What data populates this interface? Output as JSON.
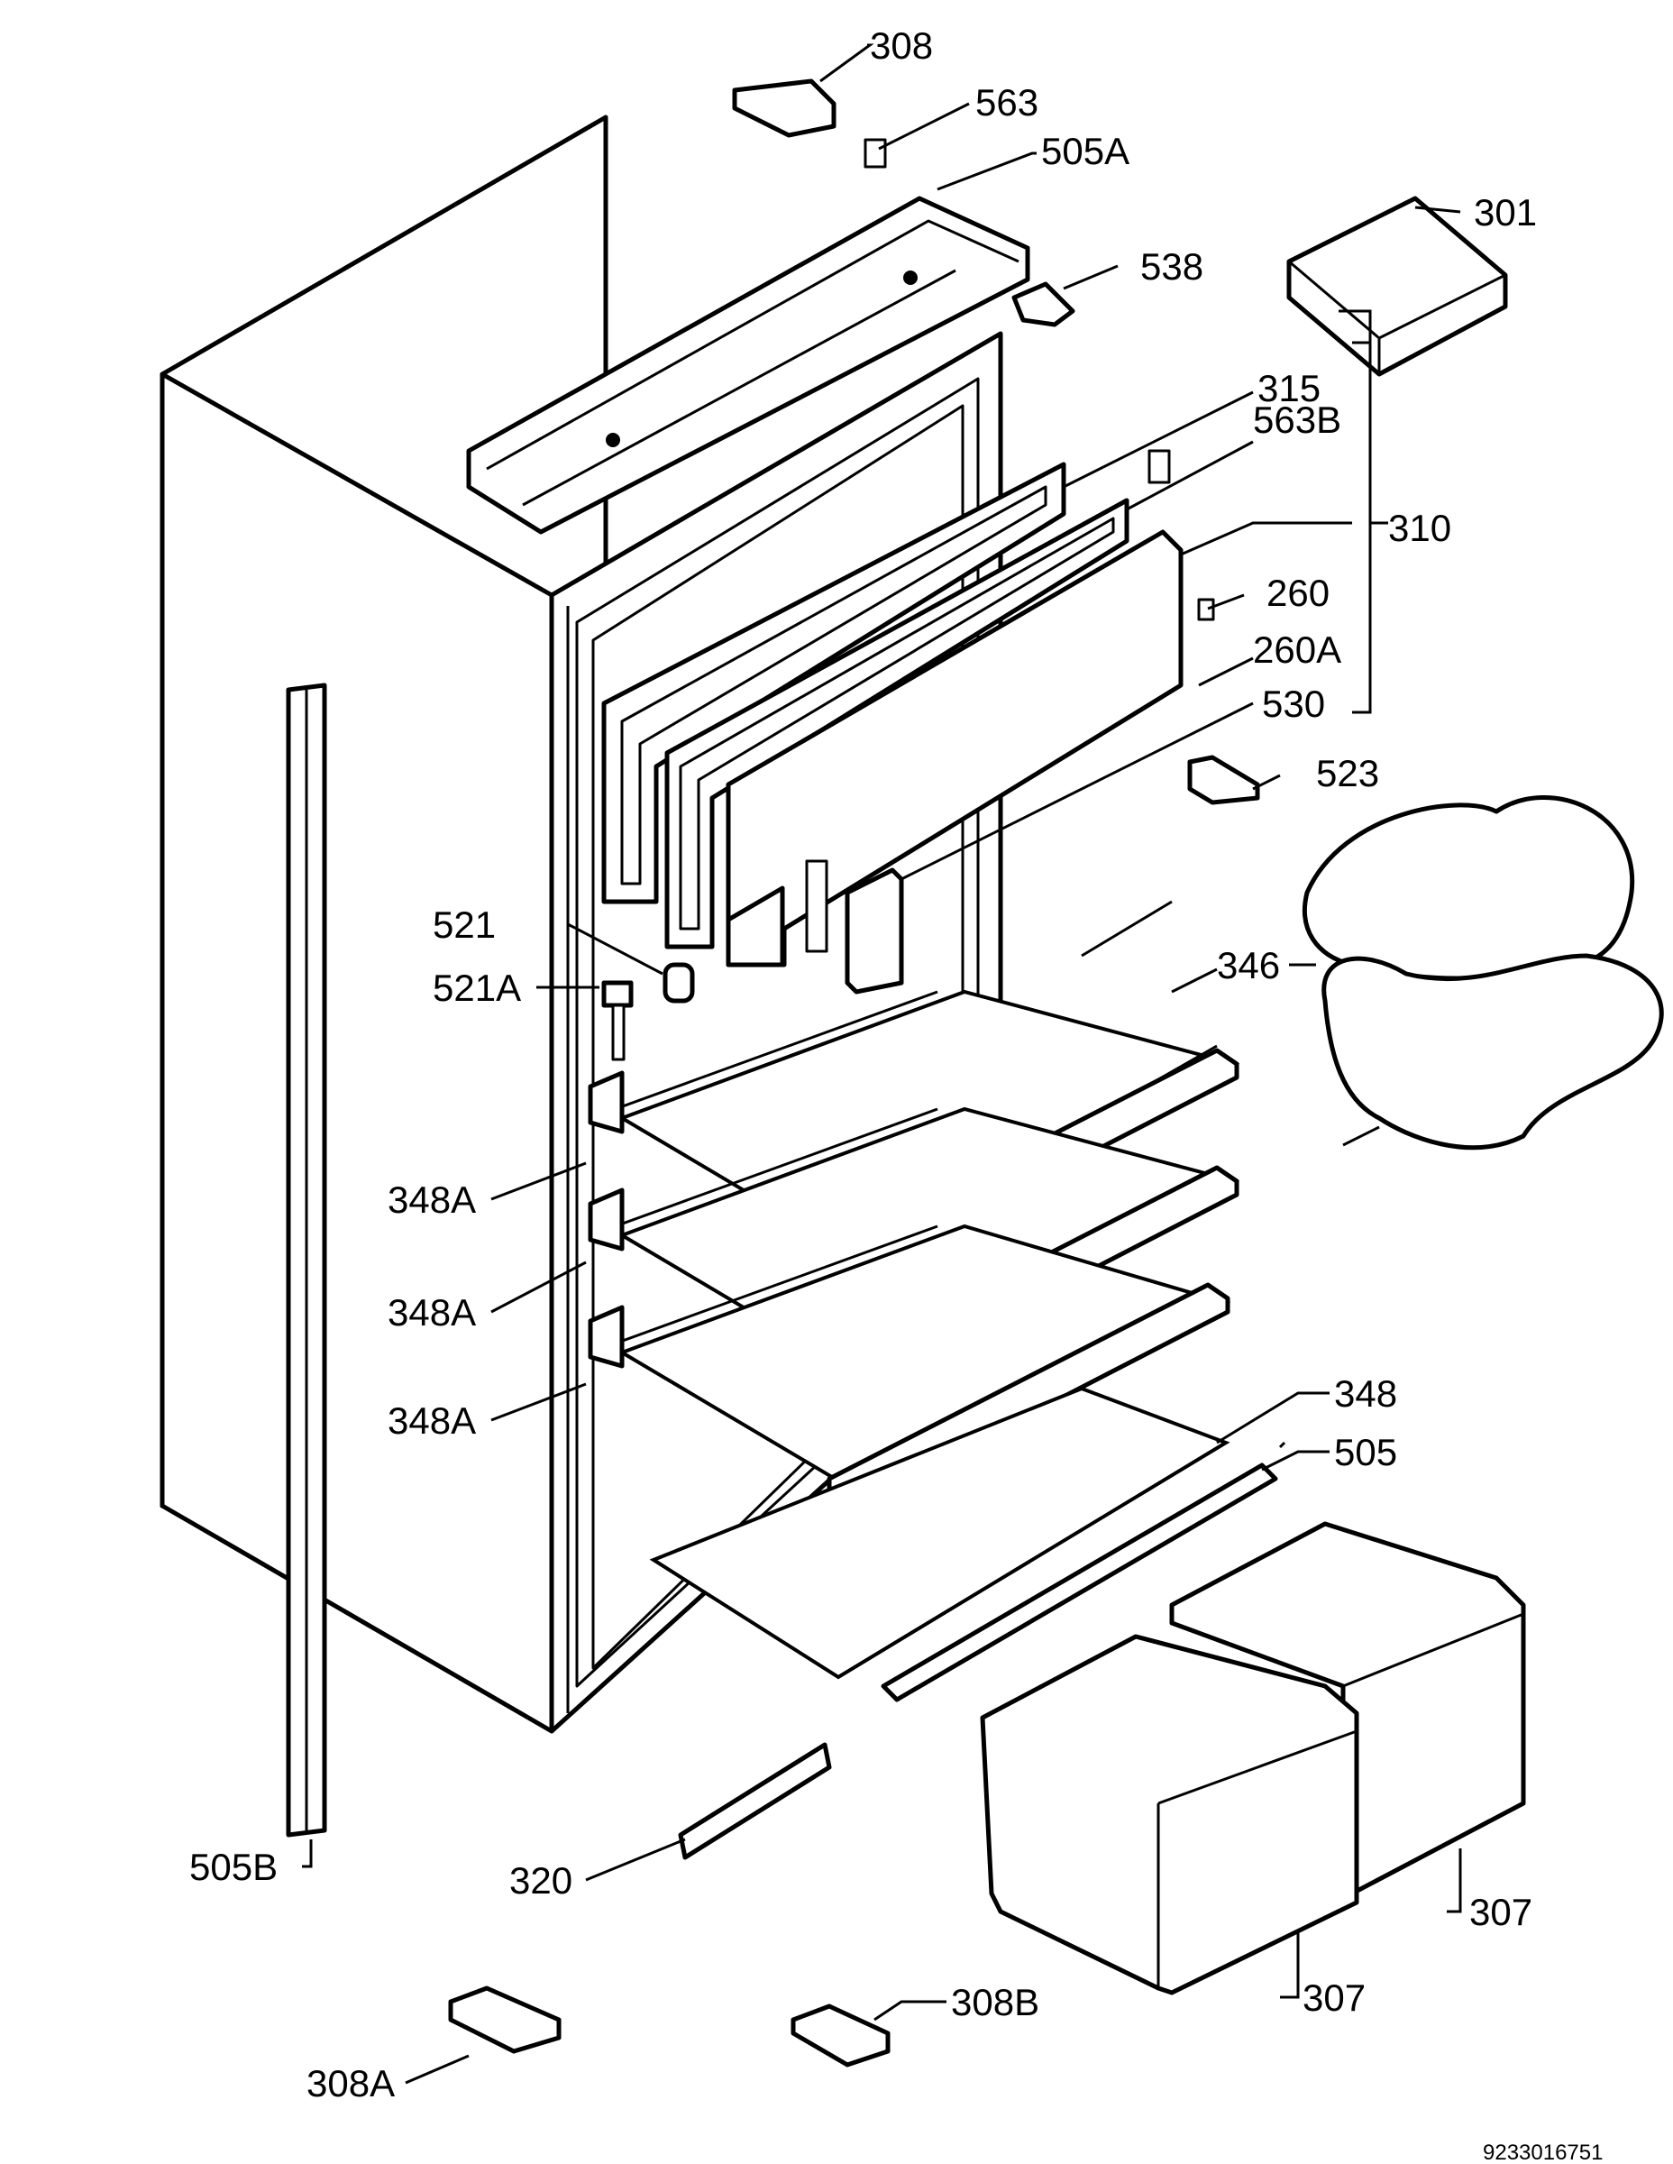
{
  "labels": {
    "p308_top": "308",
    "p563": "563",
    "p505A": "505A",
    "p301": "301",
    "p538": "538",
    "p315": "315",
    "p563B": "563B",
    "p310": "310",
    "p260": "260",
    "p260A": "260A",
    "p530": "530",
    "p523": "523",
    "p346": "346",
    "p521": "521",
    "p521A": "521A",
    "p348A_1": "348A",
    "p348A_2": "348A",
    "p348A_3": "348A",
    "p348": "348",
    "p505": "505",
    "p505B": "505B",
    "p320": "320",
    "p307_right": "307",
    "p307_left": "307",
    "p308A": "308A",
    "p308B": "308B"
  },
  "drawing_number": "9233016751"
}
